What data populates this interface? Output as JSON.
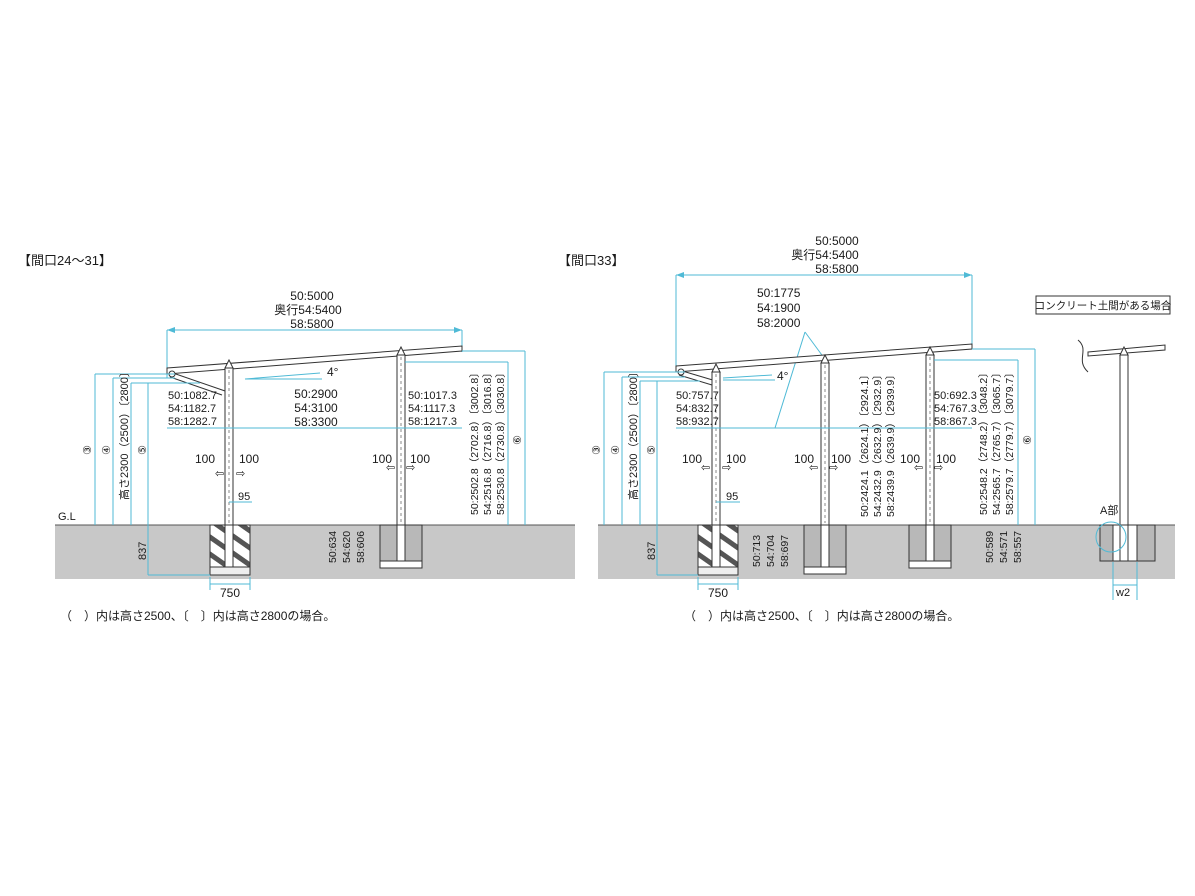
{
  "left": {
    "header": "【間口24～31】",
    "depth": [
      "50:5000",
      "奥行54:5400",
      "58:5800"
    ],
    "mid_span": [
      "50:2900",
      "54:3100",
      "58:3300"
    ],
    "angle": "4°",
    "front_overhang": [
      "50:1082.7",
      "54:1182.7",
      "58:1282.7"
    ],
    "rear_overhang": [
      "50:1017.3",
      "54:1117.3",
      "58:1217.3"
    ],
    "height_label": "高さ2300（2500）〔2800〕",
    "circles": [
      "③",
      "④",
      "⑤",
      "⑥"
    ],
    "load_left": [
      "100",
      "100"
    ],
    "load_right": [
      "100",
      "100"
    ],
    "post_gap": "95",
    "ground": "G.L",
    "embed": "837",
    "footing_width": "750",
    "rear_footing": [
      "50:634",
      "54:620",
      "58:606"
    ],
    "rear_height": [
      "50:2502.8（2702.8）〔3002.8〕",
      "54:2516.8（2716.8）〔3016.8〕",
      "58:2530.8（2730.8）〔3030.8〕"
    ],
    "note": "（　）内は高さ2500、〔　〕内は高さ2800の場合。"
  },
  "right": {
    "header": "【間口33】",
    "depth": [
      "50:5000",
      "奥行54:5400",
      "58:5800"
    ],
    "mid_label": [
      "50:1775",
      "54:1900",
      "58:2000"
    ],
    "angle": "4°",
    "front_overhang": [
      "50:757.7",
      "54:832.7",
      "58:932.7"
    ],
    "rear_overhang": [
      "50:692.3",
      "54:767.3",
      "58:867.3"
    ],
    "height_label": "高さ2300（2500）〔2800〕",
    "circles": [
      "③",
      "④",
      "⑤",
      "⑥"
    ],
    "loads": [
      "100",
      "100",
      "100",
      "100",
      "100",
      "100"
    ],
    "post_gap": "95",
    "embed": "837",
    "footing_width": "750",
    "mid_footing": [
      "50:713",
      "54:704",
      "58:697"
    ],
    "mid_height": [
      "50:2424.1（2624.1）〔2924.1〕",
      "54:2432.9（2632.9）〔2932.9〕",
      "58:2439.9（2639.9）〔2939.9〕"
    ],
    "rear_height": [
      "50:2548.2（2748.2）〔3048.2〕",
      "54:2565.7（2765.7）〔3065.7〕",
      "58:2579.7（2779.7）〔3079.7〕"
    ],
    "rear_footing": [
      "50:589",
      "54:571",
      "58:557"
    ],
    "note": "（　）内は高さ2500、〔　〕内は高さ2800の場合。"
  },
  "detail": {
    "box_label": "コンクリート土間がある場合",
    "part": "A部",
    "w": "w2"
  }
}
